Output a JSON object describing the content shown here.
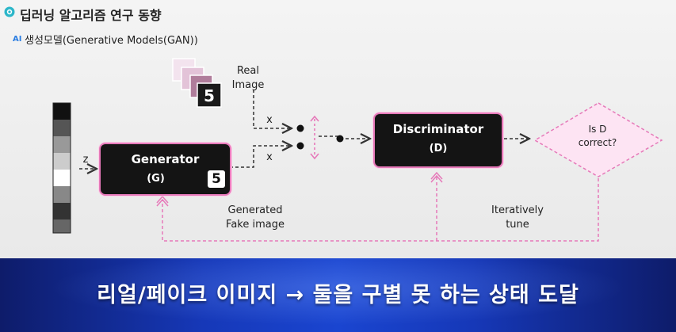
{
  "header": {
    "title": "딥러닝 알고리즘 연구 동향",
    "ai_badge": "AI",
    "subtitle": "생성모델(Generative Models(GAN))"
  },
  "diagram": {
    "generator": {
      "line1": "Generator",
      "line2": "(G)",
      "digit": "5"
    },
    "discriminator": {
      "line1": "Discriminator",
      "line2": "(D)"
    },
    "real_image_label": [
      "Real",
      "Image"
    ],
    "real_image_digit": "5",
    "z_label": "z",
    "x_label_top": "x",
    "x_label_bottom": "x",
    "decision": [
      "Is D",
      "correct?"
    ],
    "generated_label": [
      "Generated",
      "Fake image"
    ],
    "tune_label": [
      "Iteratively",
      "tune"
    ]
  },
  "banner": {
    "text": "리얼/페이크 이미지 → 둘을 구별 못 하는 상태 도달"
  },
  "colors": {
    "accent_pink": "#e679b9",
    "box_fill": "#141414",
    "diamond_fill": "#fde4f3",
    "banner_blue": "#1a45d0"
  }
}
